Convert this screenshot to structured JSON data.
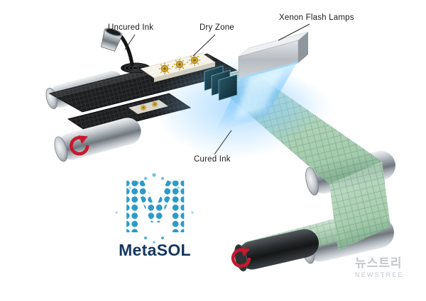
{
  "diagram": {
    "labels": {
      "uncured_ink": "Uncured Ink",
      "dry_zone": "Dry Zone",
      "xenon_flash_lamps": "Xenon Flash Lamps",
      "cured_ink": "Cured Ink"
    },
    "logo": {
      "mark": "M",
      "text": "MetaSOL"
    },
    "watermark": {
      "line1": "뉴스트리",
      "line2": "NEWSTREE"
    },
    "colors": {
      "arrow_red": "#c6192e",
      "flash_blue": "#58b4f2",
      "film_green": "#9ec9a9",
      "gold": "#d2a62f",
      "logo_blue": "#2b9cc9",
      "logo_navy": "#14375f",
      "label_ink": "#1a1a1a",
      "watermark_gray": "#9aa2a9"
    }
  }
}
